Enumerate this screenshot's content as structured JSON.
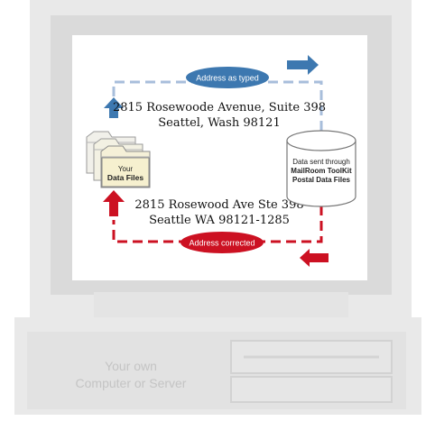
{
  "flow": {
    "typed_label": "Address as typed",
    "corrected_label": "Address corrected"
  },
  "address_typed": {
    "line1": "2815 Rosewoode Avenue, Suite 398",
    "line2": "Seattel, Wash  98121"
  },
  "address_corrected": {
    "line1": "2815 Rosewood Ave Ste 398",
    "line2": "Seattle WA  98121-1285"
  },
  "data_files": {
    "line1": "Your",
    "line2": "Data Files"
  },
  "database": {
    "line1": "Data sent through",
    "line2": "MailRoom ToolKit",
    "line3": "Postal Data Files"
  },
  "computer": {
    "line1": "Your own",
    "line2": "Computer or Server"
  },
  "colors": {
    "computer_body": "#e9e9e9",
    "computer_inner": "#dadada",
    "typed_blue": "#3d78b0",
    "typed_dashed": "#a8bedb",
    "corrected_red": "#cc1122",
    "file_fill": "#f5f0d8"
  }
}
